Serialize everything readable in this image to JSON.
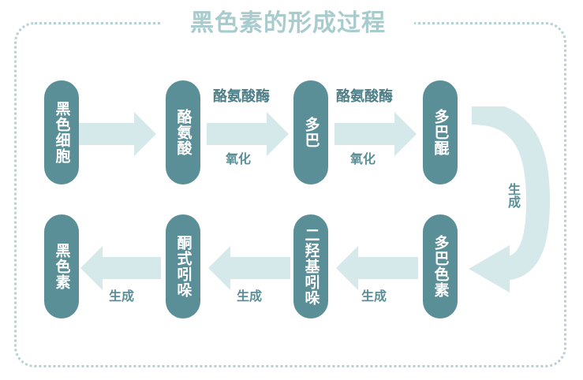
{
  "title": "黑色素的形成过程",
  "nodes": {
    "melanocyte": "黑色细胞",
    "tyrosine": "酪氨酸",
    "dopa": "多巴",
    "dopaquinone": "多巴醌",
    "dopachrome": "多巴色素",
    "dihydroxyindole": "二羟基吲哚",
    "indolequinone": "酮式吲哚",
    "melanin": "黑色素"
  },
  "labels": {
    "enzyme_1": "酪氨酸酶",
    "oxidize_1": "氧化",
    "enzyme_2": "酪氨酸酶",
    "oxidize_2": "氧化",
    "generate_curve": "生成",
    "generate_1": "生成",
    "generate_2": "生成",
    "generate_3": "生成"
  },
  "colors": {
    "node": "#5b8f98",
    "arrow": "#d5e8ea",
    "text": "#5b8f98",
    "frame": "#b9d0d2",
    "title": "#a8cbce"
  }
}
